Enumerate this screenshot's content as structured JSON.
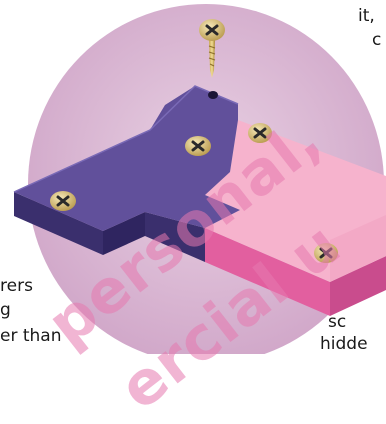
{
  "text_fragments": {
    "top_right_1": "it,",
    "top_right_2": "c",
    "left_1": "rers",
    "left_2": "g",
    "left_3": "er than",
    "bottom_right_1": "sc",
    "bottom_right_2": "hidde"
  },
  "watermark": {
    "line_1": "personal,",
    "line_2": "ercial u"
  },
  "illustration": {
    "subject": "puzzle-piece-with-screws",
    "colors": {
      "background_circle": "#d9b6d3",
      "purple_top": "#61509b",
      "purple_side": "#3a2f6d",
      "pink_top": "#f6b3cd",
      "pink_side": "#e25f9f",
      "screw_head": "#d9c27d",
      "screw_cross": "#2a2a2a"
    }
  }
}
